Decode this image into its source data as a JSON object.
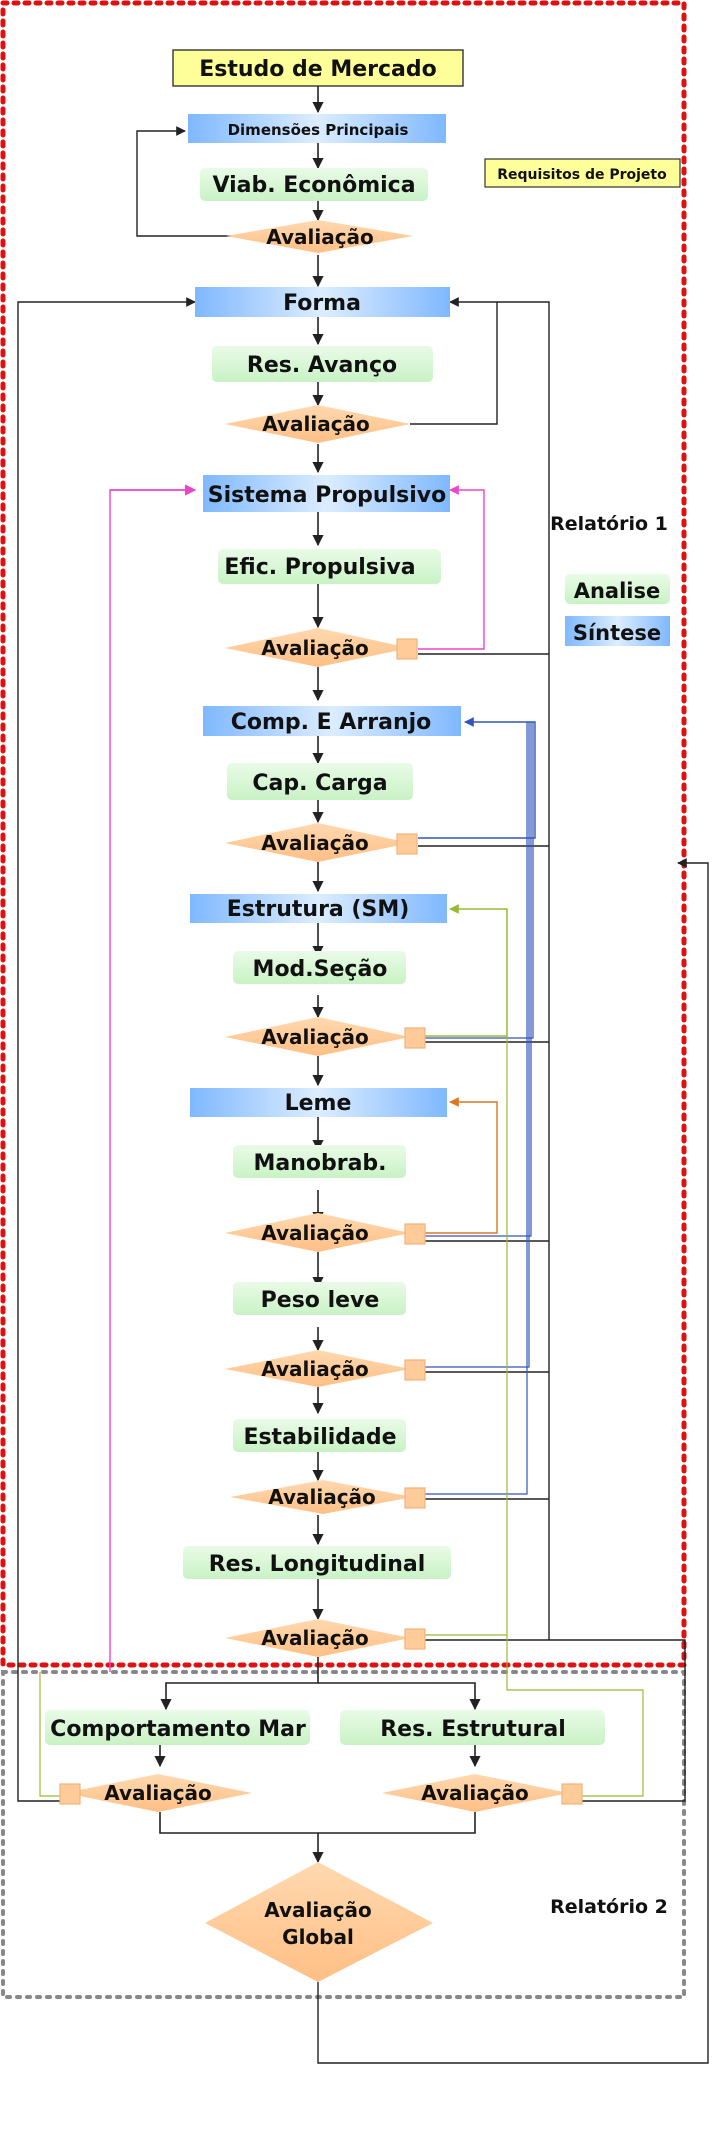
{
  "colors": {
    "synthesis_blue": "#a9d1ff",
    "analysis_green": "#d7f7d4",
    "evaluation_orange": "#ffcc99",
    "requirement_yellow": "#ffff99",
    "report1_border": "#dd1111",
    "report2_border": "#888888",
    "loop_magenta": "#ee44cc",
    "loop_blue": "#3355bb",
    "loop_olive": "#99bb33",
    "loop_orange": "#dd7722",
    "line_dark": "#222222"
  },
  "nodes": {
    "estudo_mercado": "Estudo de Mercado",
    "dimensoes_principais": "Dimensões Principais",
    "viab_economica": "Viab. Econômica",
    "requisitos_projeto": "Requisitos de Projeto",
    "forma": "Forma",
    "res_avanco": "Res. Avanço",
    "sistema_propulsivo": "Sistema Propulsivo",
    "efic_propulsiva": "Efic. Propulsiva",
    "comp_arranjo": "Comp. E Arranjo",
    "cap_carga": "Cap. Carga",
    "estrutura_sm": "Estrutura (SM)",
    "mod_secao": "Mod.Seção",
    "leme": "Leme",
    "manobrab": "Manobrab.",
    "peso_leve": "Peso leve",
    "estabilidade": "Estabilidade",
    "res_longitudinal": "Res. Longitudinal",
    "comportamento_mar": "Comportamento Mar",
    "res_estrutural": "Res. Estrutural",
    "avaliacao": "Avaliação",
    "avaliacao_global_line1": "Avaliação",
    "avaliacao_global_line2": "Global"
  },
  "reports": {
    "relatorio_1": "Relatório 1",
    "relatorio_2": "Relatório 2"
  },
  "legend": {
    "analise": "Analise",
    "sintese": "Síntese"
  }
}
